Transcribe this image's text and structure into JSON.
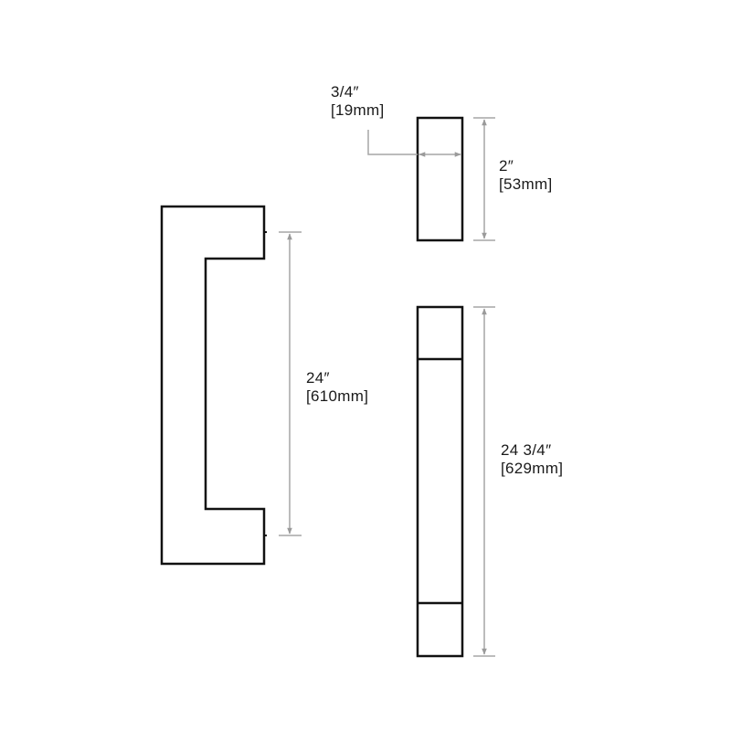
{
  "colors": {
    "outline": "#111111",
    "dimension": "#a6a6a6",
    "text": "#1a1a1a",
    "background": "#ffffff"
  },
  "views": {
    "side_view": {
      "dimension": {
        "imperial": "24″",
        "metric": "[610mm]"
      }
    },
    "end_view": {
      "width_dimension": {
        "imperial": "3/4″",
        "metric": "[19mm]"
      },
      "height_dimension": {
        "imperial": "2″",
        "metric": "[53mm]"
      }
    },
    "front_view": {
      "dimension": {
        "imperial": "24 3/4″",
        "metric": "[629mm]"
      }
    }
  }
}
